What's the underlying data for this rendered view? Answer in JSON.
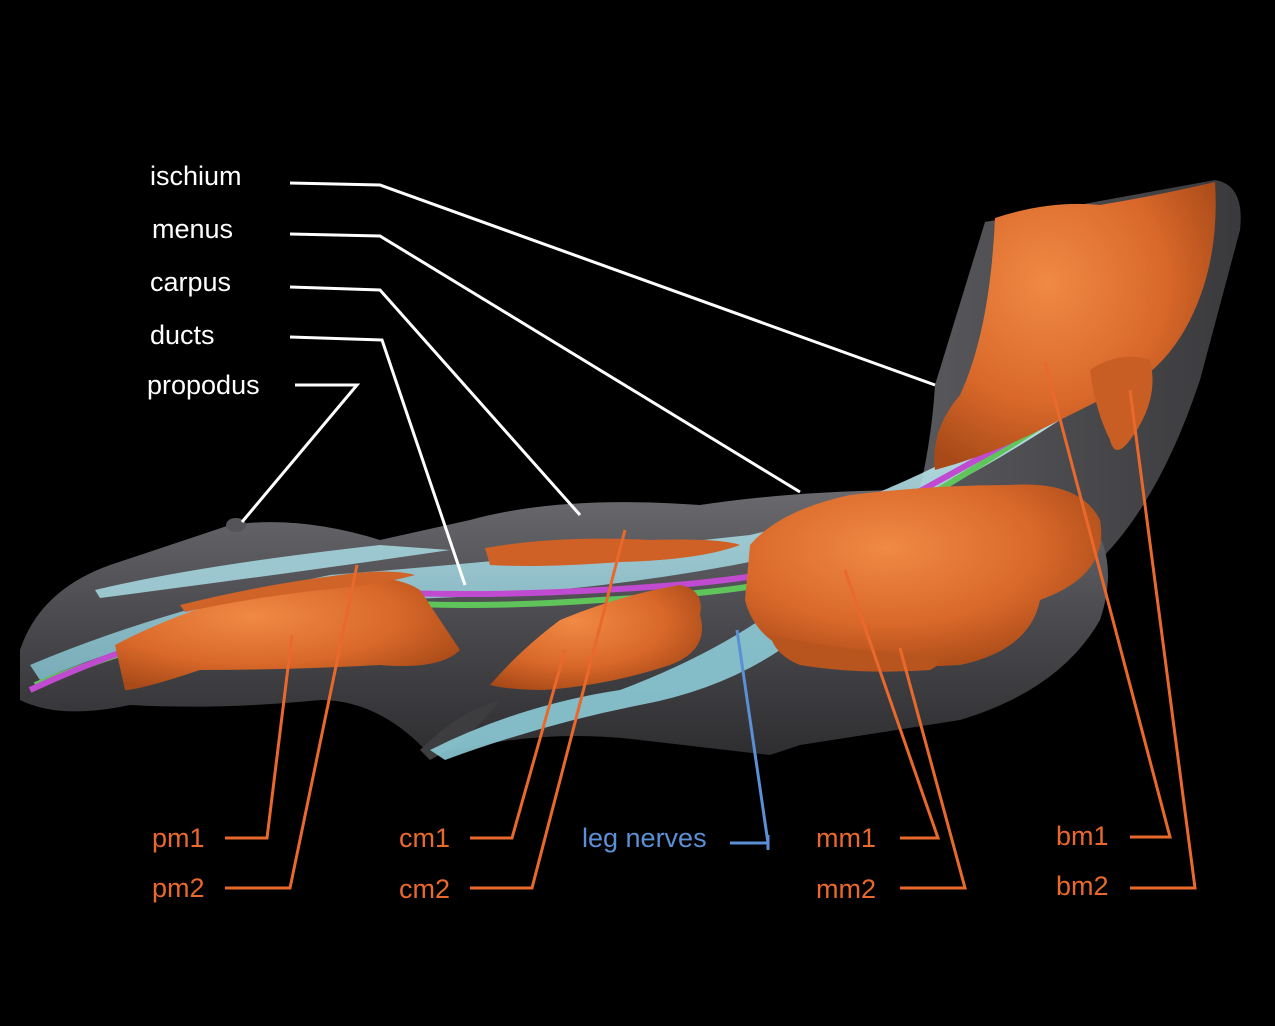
{
  "labels": {
    "ischium": "ischium",
    "menus": "menus",
    "carpus": "carpus",
    "ducts": "ducts",
    "propodus": "propodus",
    "pm1": "pm1",
    "pm2": "pm2",
    "cm1": "cm1",
    "cm2": "cm2",
    "leg_nerves": "leg nerves",
    "mm1": "mm1",
    "mm2": "mm2",
    "bm1": "bm1",
    "bm2": "bm2"
  },
  "colors": {
    "background": "#000000",
    "exoskeleton": "#4a4a4c",
    "muscle": "#d9682a",
    "duct": "#9fd3dd",
    "nerve_magenta": "#c04ad0",
    "nerve_green": "#5fc55a",
    "label_white": "#ffffff",
    "label_orange": "#e9692c",
    "label_blue": "#5b8fd6"
  }
}
